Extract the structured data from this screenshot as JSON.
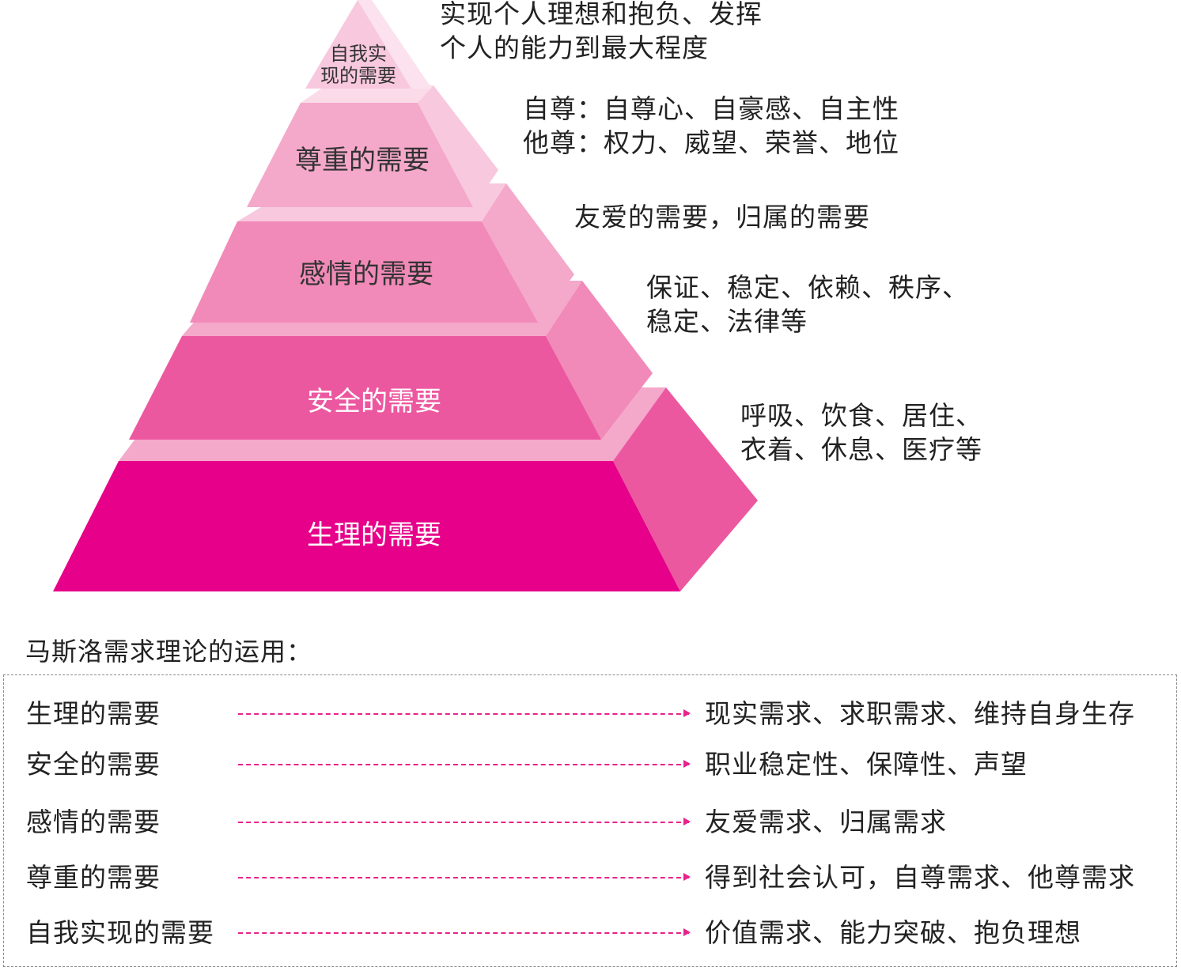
{
  "colors": {
    "tier_1": "#e6008a",
    "tier_2": "#ec58a0",
    "tier_3": "#f18ab8",
    "tier_4": "#f4a8ca",
    "tier_5": "#f8c8de",
    "arrow": "#e8218c"
  },
  "pyramid": {
    "levels": [
      {
        "label": "生理的需要",
        "label_color": "#ffffff"
      },
      {
        "label": "安全的需要",
        "label_color": "#ffffff"
      },
      {
        "label": "感情的需要",
        "label_color": "#333333"
      },
      {
        "label": "尊重的需要",
        "label_color": "#333333"
      },
      {
        "label_lines": [
          "自我实",
          "现的需要"
        ],
        "label_color": "#333333"
      }
    ],
    "descriptions": {
      "self_actualization": [
        "实现个人理想和抱负、发挥",
        "个人的能力到最大程度"
      ],
      "esteem": [
        "自尊：自尊心、自豪感、自主性",
        "他尊：权力、威望、荣誉、地位"
      ],
      "love": [
        "友爱的需要，归属的需要"
      ],
      "safety": [
        "保证、稳定、依赖、秩序、",
        "稳定、法律等"
      ],
      "physiological": [
        "呼吸、饮食、居住、",
        "衣着、休息、医疗等"
      ]
    }
  },
  "applications": {
    "title": "马斯洛需求理论的运用：",
    "rows": [
      {
        "need": "生理的需要",
        "result": "现实需求、求职需求、维持自身生存"
      },
      {
        "need": "安全的需要",
        "result": "职业稳定性、保障性、声望"
      },
      {
        "need": "感情的需要",
        "result": "友爱需求、归属需求"
      },
      {
        "need": "尊重的需要",
        "result": "得到社会认可，自尊需求、他尊需求"
      },
      {
        "need": "自我实现的需要",
        "result": "价值需求、能力突破、抱负理想"
      }
    ]
  }
}
